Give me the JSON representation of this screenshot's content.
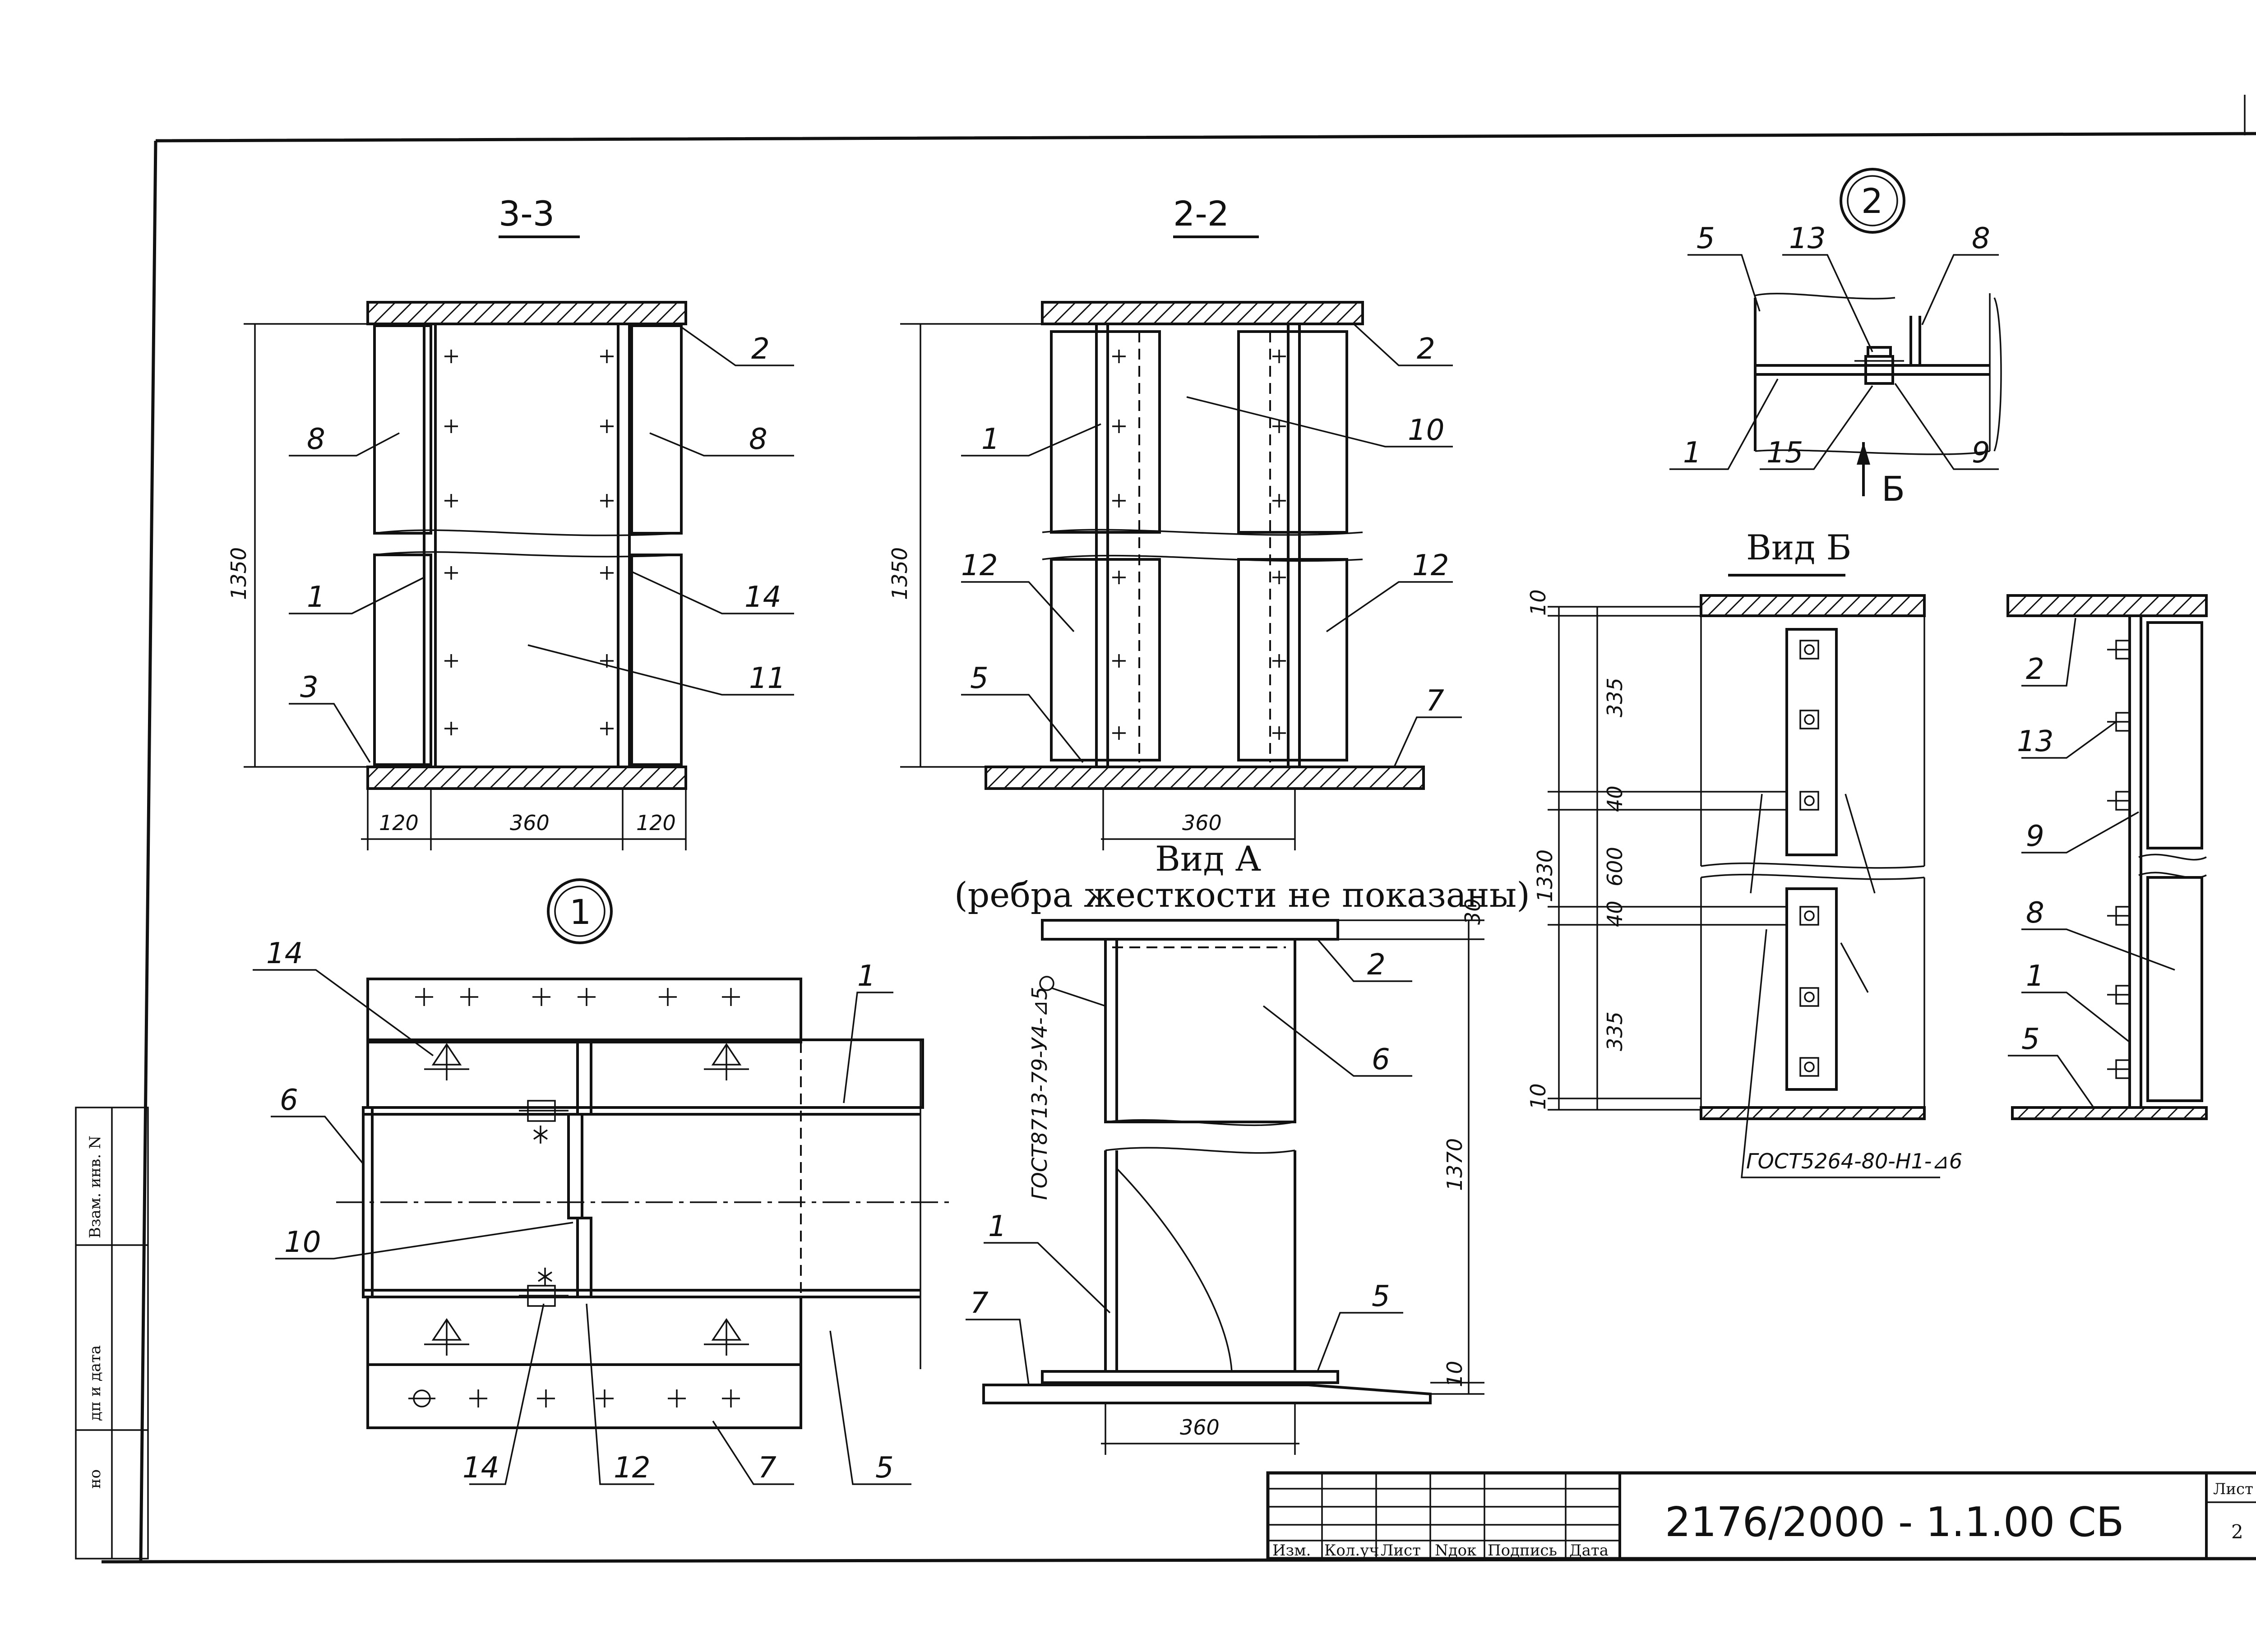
{
  "sections": {
    "s33": "3-3",
    "s22": "2-2",
    "node1": "1",
    "node2": "2",
    "vid_a": "Вид А",
    "vid_a_note": "(ребра жесткости не показаны)",
    "vid_b": "Вид Б",
    "arrow_b": "Б"
  },
  "labels": {
    "s33": [
      "2",
      "8",
      "8",
      "1",
      "14",
      "3",
      "11"
    ],
    "s22": [
      "2",
      "1",
      "10",
      "12",
      "12",
      "5",
      "7"
    ],
    "node2": [
      "5",
      "13",
      "8",
      "1",
      "15",
      "9"
    ],
    "node1": [
      "14",
      "1",
      "6",
      "10",
      "14",
      "12",
      "7",
      "5"
    ],
    "vida": [
      "2",
      "6",
      "1",
      "7",
      "5"
    ],
    "vidb_side": [
      "2",
      "13",
      "9",
      "8",
      "1",
      "5"
    ]
  },
  "dimensions": {
    "s33": [
      "1350",
      "120",
      "360",
      "120"
    ],
    "s22": [
      "1350",
      "360"
    ],
    "vida": [
      "30",
      "1370",
      "10",
      "360"
    ],
    "vidb": [
      "10",
      "335",
      "40",
      "600",
      "40",
      "335",
      "10",
      "1330"
    ]
  },
  "weld_notes": {
    "vida": "ГОСТ8713-79-У4-⊿5",
    "vidb": "ГОСТ5264-80-Н1-⊿6"
  },
  "title_block": {
    "code": "2176/2000 - 1.1.00 СБ",
    "sheet_label": "Лист",
    "sheet_number": "2",
    "columns": [
      "Изм.",
      "Кол.уч",
      "Лист",
      "Nдок",
      "Подпись",
      "Дата"
    ]
  },
  "side_stamp": [
    "Взам. инв. N",
    "дп и дата",
    "но"
  ]
}
